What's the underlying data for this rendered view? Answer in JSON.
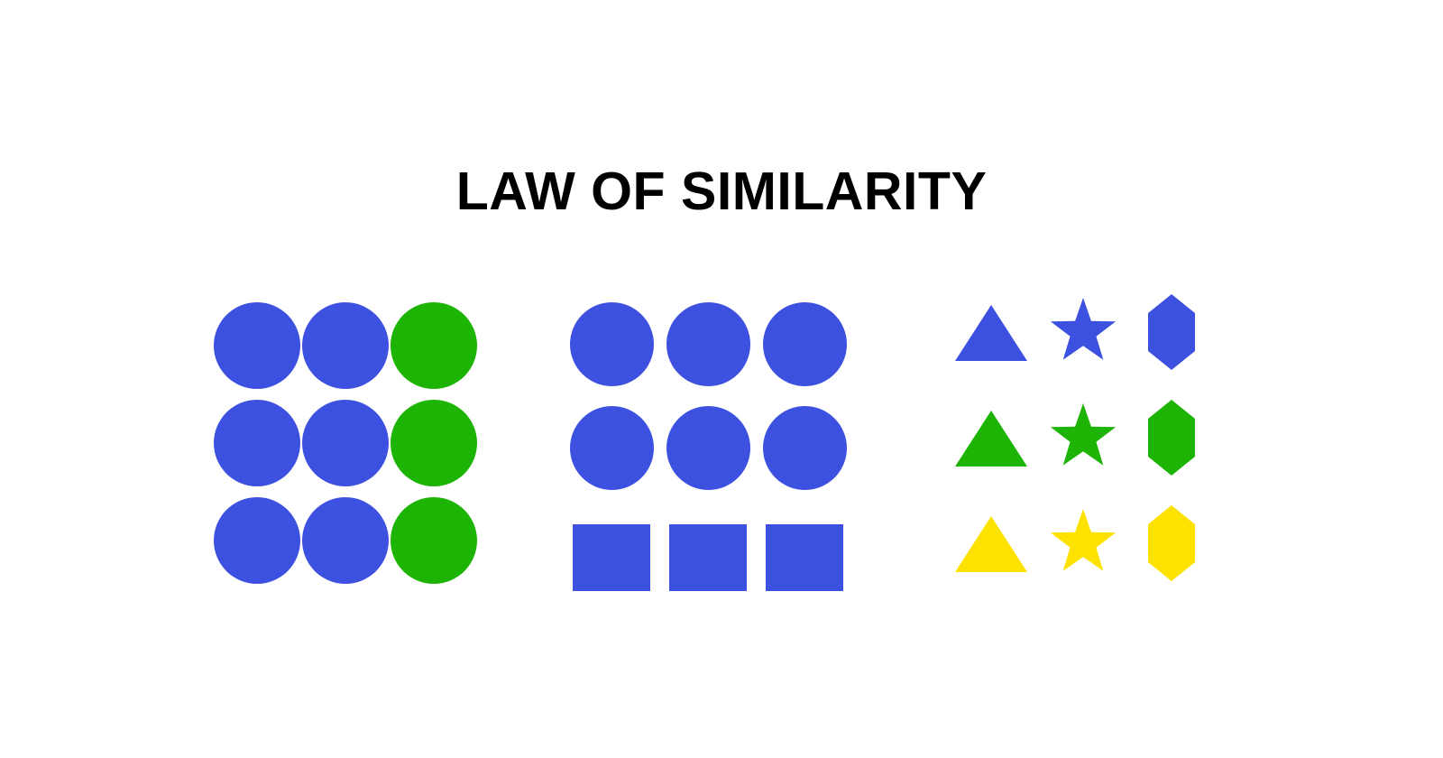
{
  "page": {
    "title": "LAW OF SIMILARITY",
    "background_color": "#FFFFFF"
  },
  "palette": {
    "blue": "#3D51E0",
    "green": "#1DB406",
    "yellow": "#FDE200",
    "black": "#000000"
  },
  "groups": [
    {
      "id": "group-circles-color",
      "name": "similarity-by-color",
      "rows": 3,
      "columns": 3,
      "cells": [
        {
          "shape": "circle",
          "color": "#3D51E0",
          "color_name": "blue"
        },
        {
          "shape": "circle",
          "color": "#3D51E0",
          "color_name": "blue"
        },
        {
          "shape": "circle",
          "color": "#1DB406",
          "color_name": "green"
        },
        {
          "shape": "circle",
          "color": "#3D51E0",
          "color_name": "blue"
        },
        {
          "shape": "circle",
          "color": "#3D51E0",
          "color_name": "blue"
        },
        {
          "shape": "circle",
          "color": "#1DB406",
          "color_name": "green"
        },
        {
          "shape": "circle",
          "color": "#3D51E0",
          "color_name": "blue"
        },
        {
          "shape": "circle",
          "color": "#3D51E0",
          "color_name": "blue"
        },
        {
          "shape": "circle",
          "color": "#1DB406",
          "color_name": "green"
        }
      ]
    },
    {
      "id": "group-circles-squares",
      "name": "similarity-by-form",
      "rows": 3,
      "columns": 3,
      "cells": [
        {
          "shape": "circle",
          "color": "#3D51E0",
          "color_name": "blue"
        },
        {
          "shape": "circle",
          "color": "#3D51E0",
          "color_name": "blue"
        },
        {
          "shape": "circle",
          "color": "#3D51E0",
          "color_name": "blue"
        },
        {
          "shape": "circle",
          "color": "#3D51E0",
          "color_name": "blue"
        },
        {
          "shape": "circle",
          "color": "#3D51E0",
          "color_name": "blue"
        },
        {
          "shape": "circle",
          "color": "#3D51E0",
          "color_name": "blue"
        },
        {
          "shape": "square",
          "color": "#3D51E0",
          "color_name": "blue"
        },
        {
          "shape": "square",
          "color": "#3D51E0",
          "color_name": "blue"
        },
        {
          "shape": "square",
          "color": "#3D51E0",
          "color_name": "blue"
        }
      ]
    },
    {
      "id": "group-shapes-color",
      "name": "similarity-by-color-across-forms",
      "rows": 3,
      "columns": 3,
      "cells": [
        {
          "shape": "triangle",
          "color": "#3D51E0",
          "color_name": "blue"
        },
        {
          "shape": "star",
          "color": "#3D51E0",
          "color_name": "blue"
        },
        {
          "shape": "hexagon",
          "color": "#3D51E0",
          "color_name": "blue"
        },
        {
          "shape": "triangle",
          "color": "#1DB406",
          "color_name": "green"
        },
        {
          "shape": "star",
          "color": "#1DB406",
          "color_name": "green"
        },
        {
          "shape": "hexagon",
          "color": "#1DB406",
          "color_name": "green"
        },
        {
          "shape": "triangle",
          "color": "#FDE200",
          "color_name": "yellow"
        },
        {
          "shape": "star",
          "color": "#FDE200",
          "color_name": "yellow"
        },
        {
          "shape": "hexagon",
          "color": "#FDE200",
          "color_name": "yellow"
        }
      ]
    }
  ]
}
